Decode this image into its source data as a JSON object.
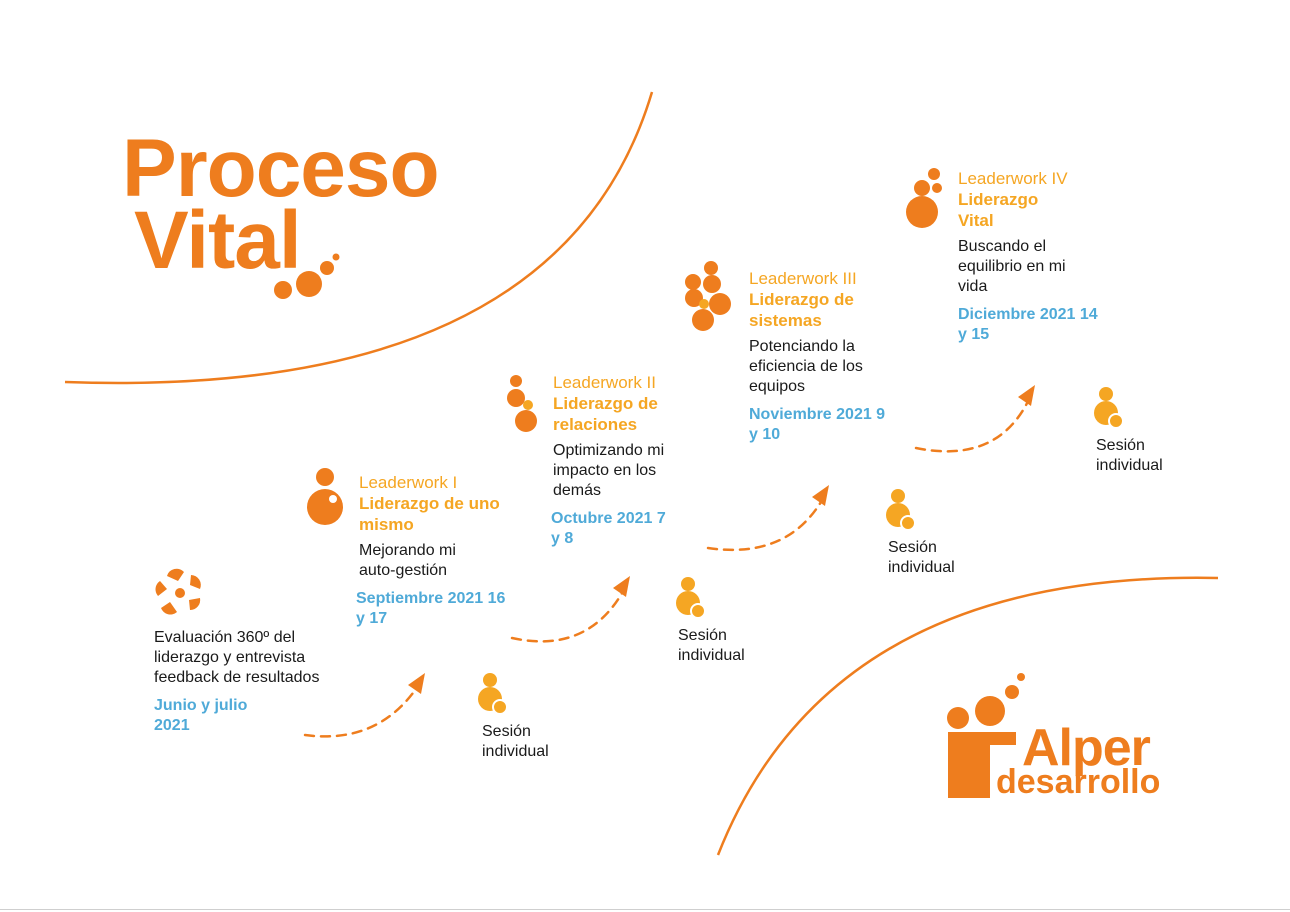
{
  "title": {
    "line1": "Proceso",
    "line2": "Vital"
  },
  "colors": {
    "orange": "#EE7D1E",
    "yellow": "#F5A623",
    "blue": "#4FAAD8",
    "text": "#1a1a1a"
  },
  "steps": [
    {
      "icon": "pinwheel-icon",
      "description": "Evaluación 360º del liderazgo y entrevista feedback de resultados",
      "date": "Junio y julio 2021"
    },
    {
      "icon": "person-icon",
      "leaderwork": "Leaderwork I",
      "leadership": "Liderazgo de uno mismo",
      "description": "Mejorando mi auto-gestión",
      "date": "Septiembre 2021 16 y 17"
    },
    {
      "icon": "two-people-icon",
      "leaderwork": "Leaderwork II",
      "leadership": "Liderazgo de relaciones",
      "description": "Optimizando mi impacto en los demás",
      "date": "Octubre 2021 7 y 8"
    },
    {
      "icon": "group-icon",
      "leaderwork": "Leaderwork III",
      "leadership": "Liderazgo de sistemas",
      "description": "Potenciando la eficiencia de los equipos",
      "date": "Noviembre 2021 9 y 10"
    },
    {
      "icon": "vital-bubbles-icon",
      "leaderwork": "Leaderwork IV",
      "leadership": "Liderazgo Vital",
      "description": "Buscando el equilibrio en mi vida",
      "date": "Diciembre 2021 14 y 15"
    }
  ],
  "sessions": [
    {
      "label": "Sesión individual"
    },
    {
      "label": "Sesión individual"
    },
    {
      "label": "Sesión individual"
    },
    {
      "label": "Sesión individual"
    }
  ],
  "logo": {
    "line1": "Alper",
    "line2": "desarrollo"
  }
}
